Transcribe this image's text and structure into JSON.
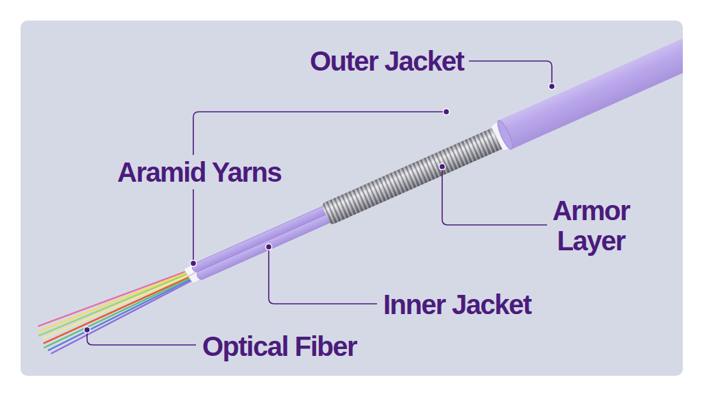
{
  "diagram": {
    "labels": [
      "Outer Jacket",
      "Aramid Yarns",
      "Armor Layer",
      "Inner Jacket",
      "Optical Fiber"
    ]
  }
}
